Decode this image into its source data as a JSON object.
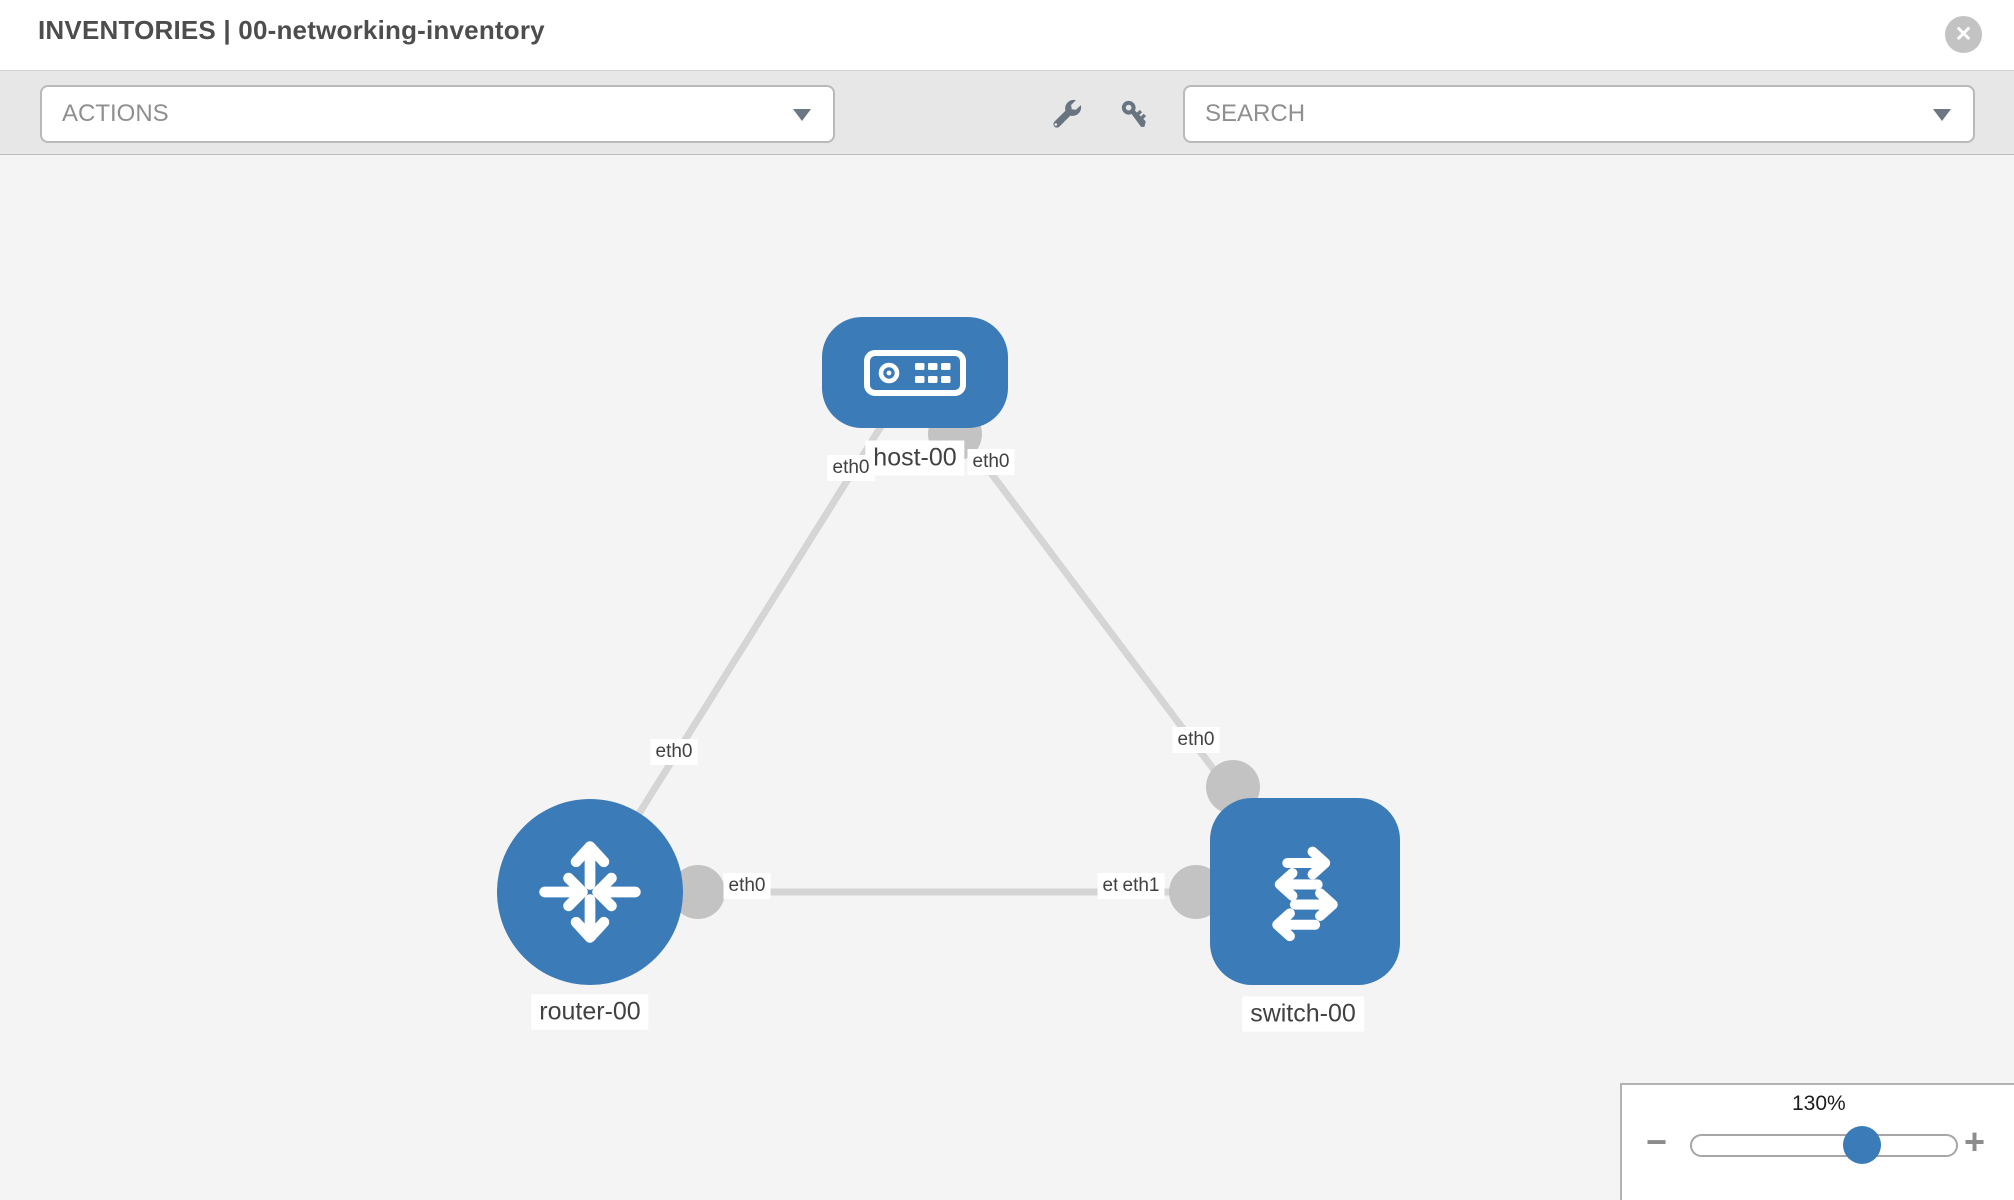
{
  "header": {
    "title": "INVENTORIES | 00-networking-inventory",
    "close_glyph": "✕"
  },
  "toolbar": {
    "actions_label": "ACTIONS",
    "search_placeholder": "SEARCH",
    "icons": [
      "wrench-icon",
      "key-icon"
    ]
  },
  "topology": {
    "nodes": [
      {
        "id": "host-00",
        "type": "host",
        "label": "host-00"
      },
      {
        "id": "router-00",
        "type": "router",
        "label": "router-00"
      },
      {
        "id": "switch-00",
        "type": "switch",
        "label": "switch-00"
      }
    ],
    "links": [
      {
        "from": "host-00",
        "to": "router-00",
        "from_interface": "eth0",
        "to_interface": "eth0"
      },
      {
        "from": "host-00",
        "to": "switch-00",
        "from_interface": "eth0",
        "to_interface": "eth0"
      },
      {
        "from": "router-00",
        "to": "switch-00",
        "from_interface": "eth0",
        "to_interface": "eth1"
      }
    ],
    "interface_labels": {
      "host_left": "eth0",
      "host_right": "eth0",
      "host_router_mid": "eth0",
      "host_switch_mid": "eth0",
      "router_right": "eth0",
      "switch_left_under": "eth0",
      "switch_left_over": "eth1"
    }
  },
  "zoom": {
    "level": "130%",
    "minus_glyph": "−",
    "plus_glyph": "+"
  },
  "colors": {
    "node_blue": "#3b7bb8",
    "port_gray": "#c3c3c3",
    "link_gray": "#d5d5d5",
    "canvas_bg": "#f4f4f4",
    "toolbar_bg": "#e7e7e7"
  }
}
